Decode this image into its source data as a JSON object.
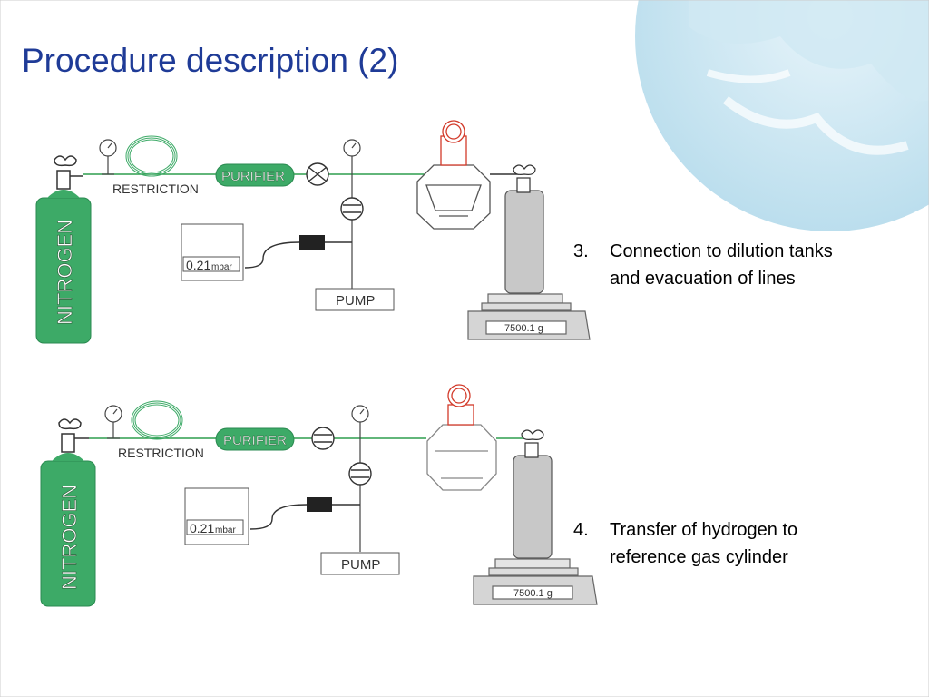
{
  "slide": {
    "title": "Procedure description (2)",
    "steps": [
      {
        "number": "3.",
        "lines": [
          "Connection to dilution tanks",
          "and evacuation of lines"
        ]
      },
      {
        "number": "4.",
        "lines": [
          "Transfer of hydrogen to",
          "reference gas cylinder"
        ]
      }
    ]
  },
  "diagram_labels": {
    "cylinder": "NITROGEN",
    "restriction": "RESTRICTION",
    "purifier": "PURIFIER",
    "pump": "PUMP",
    "pressure_value": "0.21",
    "pressure_unit": "mbar",
    "scale_reading": "7500.1 g"
  },
  "colors": {
    "title": "#1f3b97",
    "cylinder_green": "#3daa67",
    "line_green": "#2f9e4f",
    "highlight_red": "#d23a2a",
    "globe_blue": "#a9d3e6"
  }
}
